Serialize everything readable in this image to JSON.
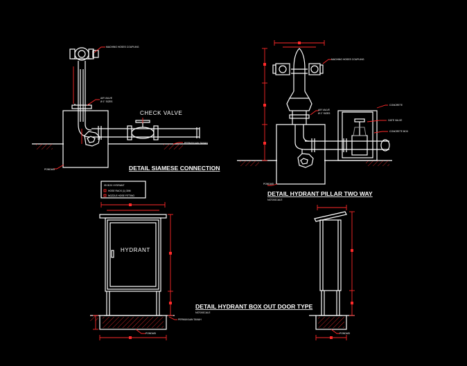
{
  "siamese": {
    "title": "DETAIL SIAMESE CONNECTION",
    "note_coupling": "MACHINO HOSES COUPLING",
    "note_air_valve": "AIR VALVE",
    "note_air_valve_size": "Ø 1\" SIZES",
    "label_check_valve": "CHECK VALVE",
    "note_ground": "PERMUKAAN TANAH",
    "note_footing": "PONDASI"
  },
  "pillar": {
    "title": "DETAIL HYDRANT PILLAR TWO WAY",
    "subtitle": "NOTASCALE",
    "note_coupling": "MACHINO HOSES COUPLING",
    "note_air_valve": "AIR VALVE",
    "note_air_valve_size": "Ø 1\" SIZES",
    "note_concrete": "CONCRETE",
    "note_gate_valve": "GATE VALVE",
    "note_box": "CONCRETE BOX",
    "note_footing": "PONDASI"
  },
  "box": {
    "title": "DETAIL HYDRANT BOX OUT DOOR TYPE",
    "subtitle": "NOTASCALE",
    "door_label": "HYDRANT",
    "legend_title": "ISI BOX HYDRANT",
    "legend_item_1": "HOSE RACK (1) 30M",
    "legend_item_2": "NOZZLE HOSE FITTING",
    "note_ground": "PERMUKAAN TANAH",
    "note_footing": "PONDASI"
  }
}
